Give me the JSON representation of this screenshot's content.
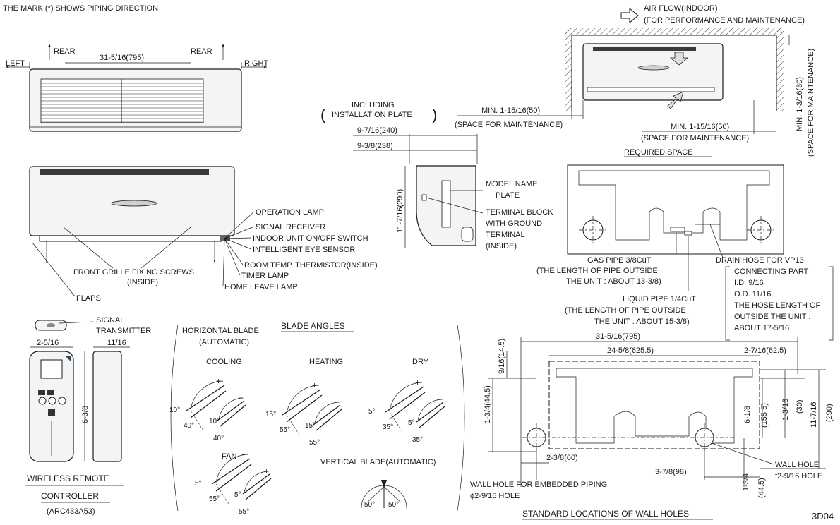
{
  "header": {
    "piping_note": "THE MARK (*) SHOWS PIPING DIRECTION",
    "doc_code": "3D04"
  },
  "top_view": {
    "left": "LEFT",
    "right": "RIGHT",
    "rear_left": "REAR",
    "rear_right": "REAR",
    "width_dim": "31-5/16(795)"
  },
  "front_view": {
    "callouts": [
      "OPERATION LAMP",
      "SIGNAL RECEIVER",
      "INDOOR UNIT ON/OFF SWITCH",
      "INTELLIGENT EYE SENSOR",
      "ROOM TEMP. THERMISTOR(INSIDE)",
      "TIMER LAMP",
      "HOME LEAVE LAMP"
    ],
    "screws_line1": "FRONT GRILLE FIXING SCREWS",
    "screws_line2": "(INSIDE)",
    "flaps": "FLAPS"
  },
  "side_view": {
    "including_1": "INCLUDING",
    "including_2": "INSTALLATION PLATE",
    "dim_240": "9-7/16(240)",
    "dim_238": "9-3/8(238)",
    "dim_290": "11-7/16(290)",
    "model_name_1": "MODEL NAME",
    "model_name_2": "PLATE",
    "terminal_1": "TERMINAL BLOCK",
    "terminal_2": "WITH GROUND",
    "terminal_3": "TERMINAL",
    "terminal_4": "(INSIDE)"
  },
  "required_space": {
    "air_flow_1": "AIR FLOW(INDOOR)",
    "air_flow_2": "(FOR PERFORMANCE AND MAINTENANCE)",
    "min_left": "MIN. 1-15/16(50)",
    "space_left": "(SPACE FOR MAINTENANCE)",
    "min_right": "MIN. 1-15/16(50)",
    "space_right": "(SPACE FOR MAINTENANCE)",
    "min_top": "MIN. 1-3/16(30)",
    "space_top": "(SPACE FOR MAINTENANCE)",
    "title": "REQUIRED SPACE"
  },
  "piping": {
    "gas_1": "GAS PIPE 3/8CuT",
    "gas_2": "(THE LENGTH OF PIPE OUTSIDE",
    "gas_3": "THE UNIT : ABOUT 13-3/8)",
    "liquid_1": "LIQUID PIPE 1/4CuT",
    "liquid_2": "(THE LENGTH OF PIPE OUTSIDE",
    "liquid_3": "THE UNIT : ABOUT 15-3/8)",
    "drain": "DRAIN HOSE FOR VP13",
    "connecting": [
      "CONNECTING PART",
      "I.D. 9/16",
      "O.D. 11/16",
      "THE HOSE LENGTH OF",
      "OUTSIDE THE UNIT :",
      "ABOUT 17-5/16"
    ]
  },
  "remote": {
    "signal_1": "SIGNAL",
    "signal_2": "TRANSMITTER",
    "width": "2-5/16",
    "depth": "11/16",
    "height": "6-3/8",
    "title_1": "WIRELESS REMOTE",
    "title_2": "CONTROLLER",
    "model": "(ARC433A53)"
  },
  "blade_angles": {
    "horizontal_1": "HORIZONTAL BLADE",
    "horizontal_2": "(AUTOMATIC)",
    "title": "BLADE ANGLES",
    "cooling": "COOLING",
    "heating": "HEATING",
    "dry": "DRY",
    "fan": "FAN",
    "vertical": "VERTICAL BLADE(AUTOMATIC)",
    "cooling_angles": [
      "10°",
      "40°",
      "10°",
      "40°"
    ],
    "heating_angles": [
      "15°",
      "55°",
      "15°",
      "55°"
    ],
    "dry_angles": [
      "5°",
      "35°",
      "5°",
      "35°"
    ],
    "fan_angles": [
      "5°",
      "55°",
      "5°",
      "55°"
    ],
    "vertical_angles": [
      "50°",
      "50°"
    ]
  },
  "wall_holes": {
    "dim_795": "31-5/16(795)",
    "dim_625": "24-5/8(625.5)",
    "dim_62": "2-7/16(62.5)",
    "dim_14": "9/16(14.5)",
    "dim_44": "1-3/4(44.5)",
    "dim_155": "6-1/8",
    "dim_155b": "(155.5)",
    "dim_30a": "1-3/16",
    "dim_30b": "(30)",
    "dim_290a": "11-7/16",
    "dim_290b": "(290)",
    "dim_60": "2-3/8(60)",
    "dim_98": "3-7/8(98)",
    "dim_44b_a": "1-3/4",
    "dim_44b_b": "(44.5)",
    "wall_hole_1": "WALL HOLE",
    "wall_hole_2": "f2-9/16 HOLE",
    "embedded_1": "WALL HOLE FOR EMBEDDED PIPING",
    "embedded_2": "ϕ2-9/16 HOLE",
    "title": "STANDARD LOCATIONS OF WALL HOLES"
  }
}
